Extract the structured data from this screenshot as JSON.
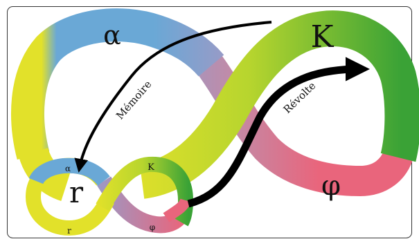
{
  "labels": {
    "big_alpha": "α",
    "big_K": "K",
    "big_phi": "φ",
    "big_r": "r",
    "small_alpha": "α",
    "small_K": "K",
    "small_phi": "φ",
    "small_r": "r",
    "arrow_memoire": "Mémoire",
    "arrow_revolte": "Révolte"
  },
  "colors": {
    "yellow": "#e2e12a",
    "yellow_green": "#b7d52e",
    "green": "#4da936",
    "blue": "#6aa8d6",
    "purple": "#9a9ac6",
    "pink": "#e9657c",
    "frame": "#333333",
    "arrow": "#000000"
  }
}
